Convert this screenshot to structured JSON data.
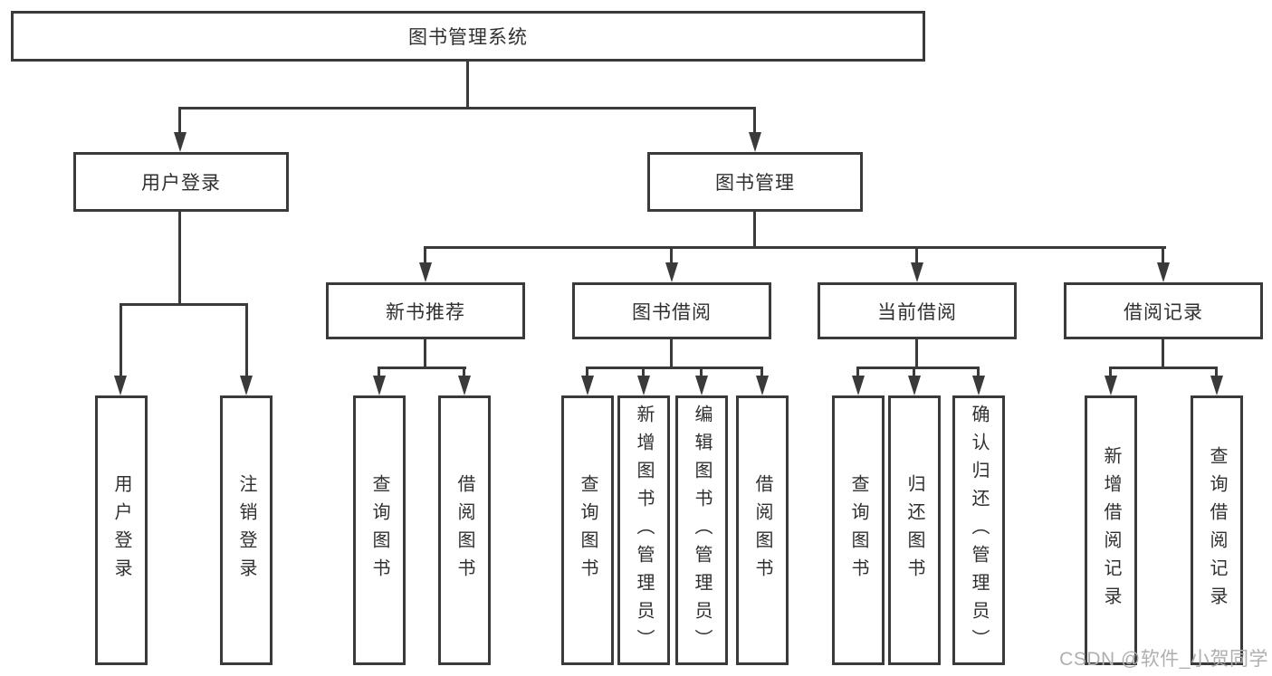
{
  "diagram": {
    "title": "图书管理系统",
    "root": {
      "label": "图书管理系统"
    },
    "branches": [
      {
        "label": "用户登录",
        "children": [
          {
            "label": "用户登录"
          },
          {
            "label": "注销登录"
          }
        ]
      },
      {
        "label": "图书管理",
        "children": [
          {
            "label": "新书推荐",
            "children": [
              {
                "label": "查询图书"
              },
              {
                "label": "借阅图书"
              }
            ]
          },
          {
            "label": "图书借阅",
            "children": [
              {
                "label": "查询图书"
              },
              {
                "label": "新增图书（管理员）"
              },
              {
                "label": "编辑图书（管理员）"
              },
              {
                "label": "借阅图书"
              }
            ]
          },
          {
            "label": "当前借阅",
            "children": [
              {
                "label": "查询图书"
              },
              {
                "label": "归还图书"
              },
              {
                "label": "确认归还（管理员）"
              }
            ]
          },
          {
            "label": "借阅记录",
            "children": [
              {
                "label": "新增借阅记录"
              },
              {
                "label": "查询借阅记录"
              }
            ]
          }
        ]
      }
    ]
  },
  "watermark": {
    "text": "CSDN @软件_小贺同学"
  },
  "colors": {
    "line": "#3a3a3a",
    "text": "#303030",
    "background": "#ffffff",
    "watermark": "#b0aeae"
  }
}
